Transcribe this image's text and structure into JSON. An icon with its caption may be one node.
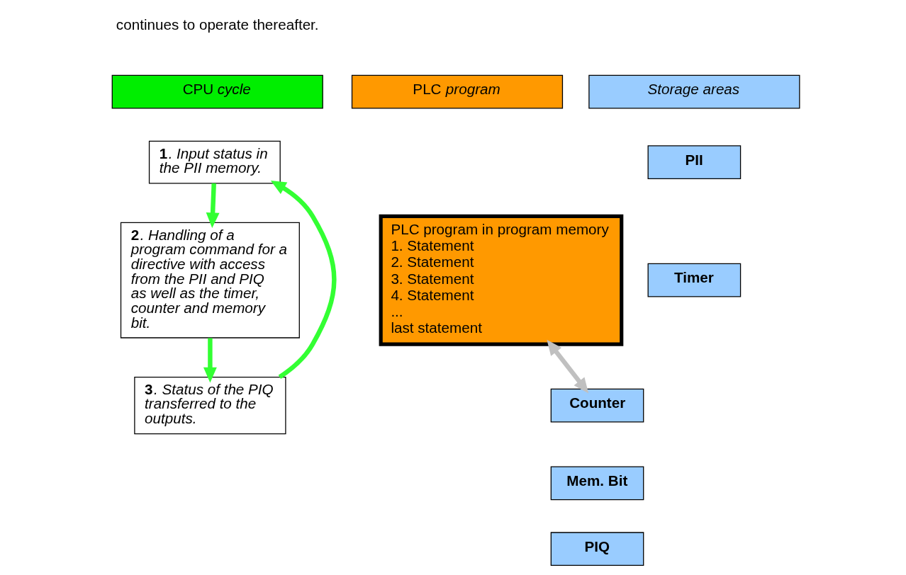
{
  "diagram": {
    "nodes": [
      {
        "text": [
          "CPU *cycle*"
        ]
      },
      {
        "text": [
          "PLC *program*"
        ]
      },
      {
        "text": [
          "*Storage areas*"
        ]
      },
      {
        "text": [
          "**1**. Input status in the PII memory."
        ]
      },
      {
        "text": [
          "**2**. Handling of a program command for a directive with access from the PII and PIQ as well as the timer, counter and memory bit."
        ]
      },
      {
        "text": [
          "**3**. Status of the PIQ transferred to the outputs."
        ]
      },
      {
        "text": [
          "PLC program in program memory",
          "1. Statement",
          "2. Statement",
          "3. Statement",
          "4. Statement",
          "...",
          "last statement"
        ]
      },
      {
        "text": [
          "PII"
        ]
      },
      {
        "text": [
          "Timer"
        ]
      },
      {
        "text": [
          "Counter"
        ]
      },
      {
        "text": [
          "Mem. Bit"
        ]
      },
      {
        "text": [
          "PIQ"
        ]
      }
    ],
    "edges": [
      {
        "from": 3,
        "to": 4,
        "arrow": "to"
      },
      {
        "from": 4,
        "to": 5,
        "arrow": "to"
      },
      {
        "from": 5,
        "to": 3,
        "arrow": "to"
      },
      {
        "from": 6,
        "to": 9,
        "arrow": "both",
        "color": "#c0c0c0"
      }
    ],
    "labels": [
      "continues to operate thereafter."
    ]
  }
}
